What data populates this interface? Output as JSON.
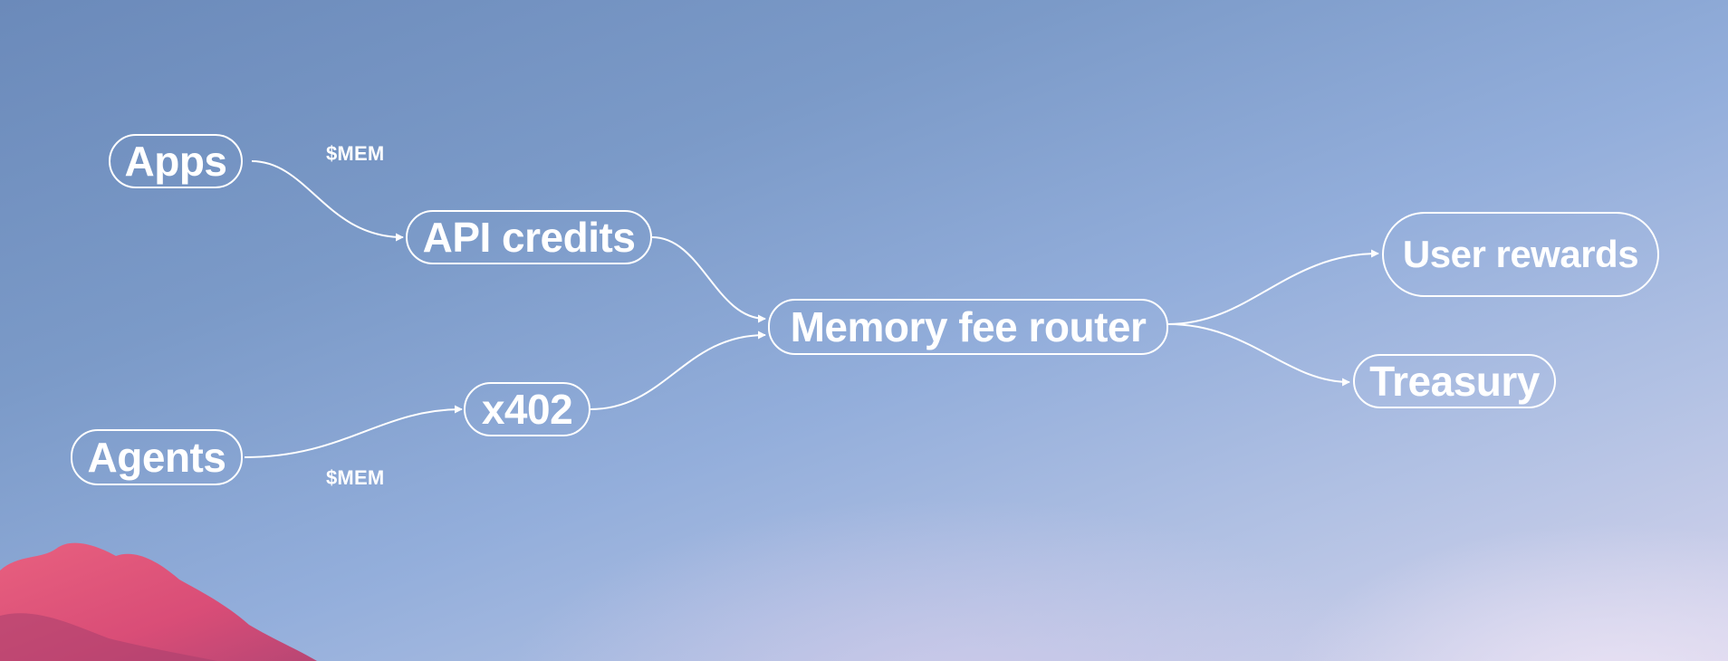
{
  "diagram": {
    "nodes": {
      "apps": "Apps",
      "api_credits": "API credits",
      "agents": "Agents",
      "x402": "x402",
      "memory_fee_router": "Memory fee router",
      "user_rewards": "User rewards",
      "treasury": "Treasury"
    },
    "edge_labels": {
      "apps_token": "$MEM",
      "agents_token": "$MEM"
    },
    "edges": [
      {
        "from": "Apps",
        "to": "API credits"
      },
      {
        "from": "API credits",
        "to": "Memory fee router"
      },
      {
        "from": "Agents",
        "to": "x402"
      },
      {
        "from": "x402",
        "to": "Memory fee router"
      },
      {
        "from": "Memory fee router",
        "to": "User rewards"
      },
      {
        "from": "Memory fee router",
        "to": "Treasury"
      }
    ],
    "colors": {
      "line": "#ffffff",
      "sky_top": "#6b8aba",
      "sky_bottom": "#d6d4ec",
      "rock": "#e0587e"
    }
  }
}
